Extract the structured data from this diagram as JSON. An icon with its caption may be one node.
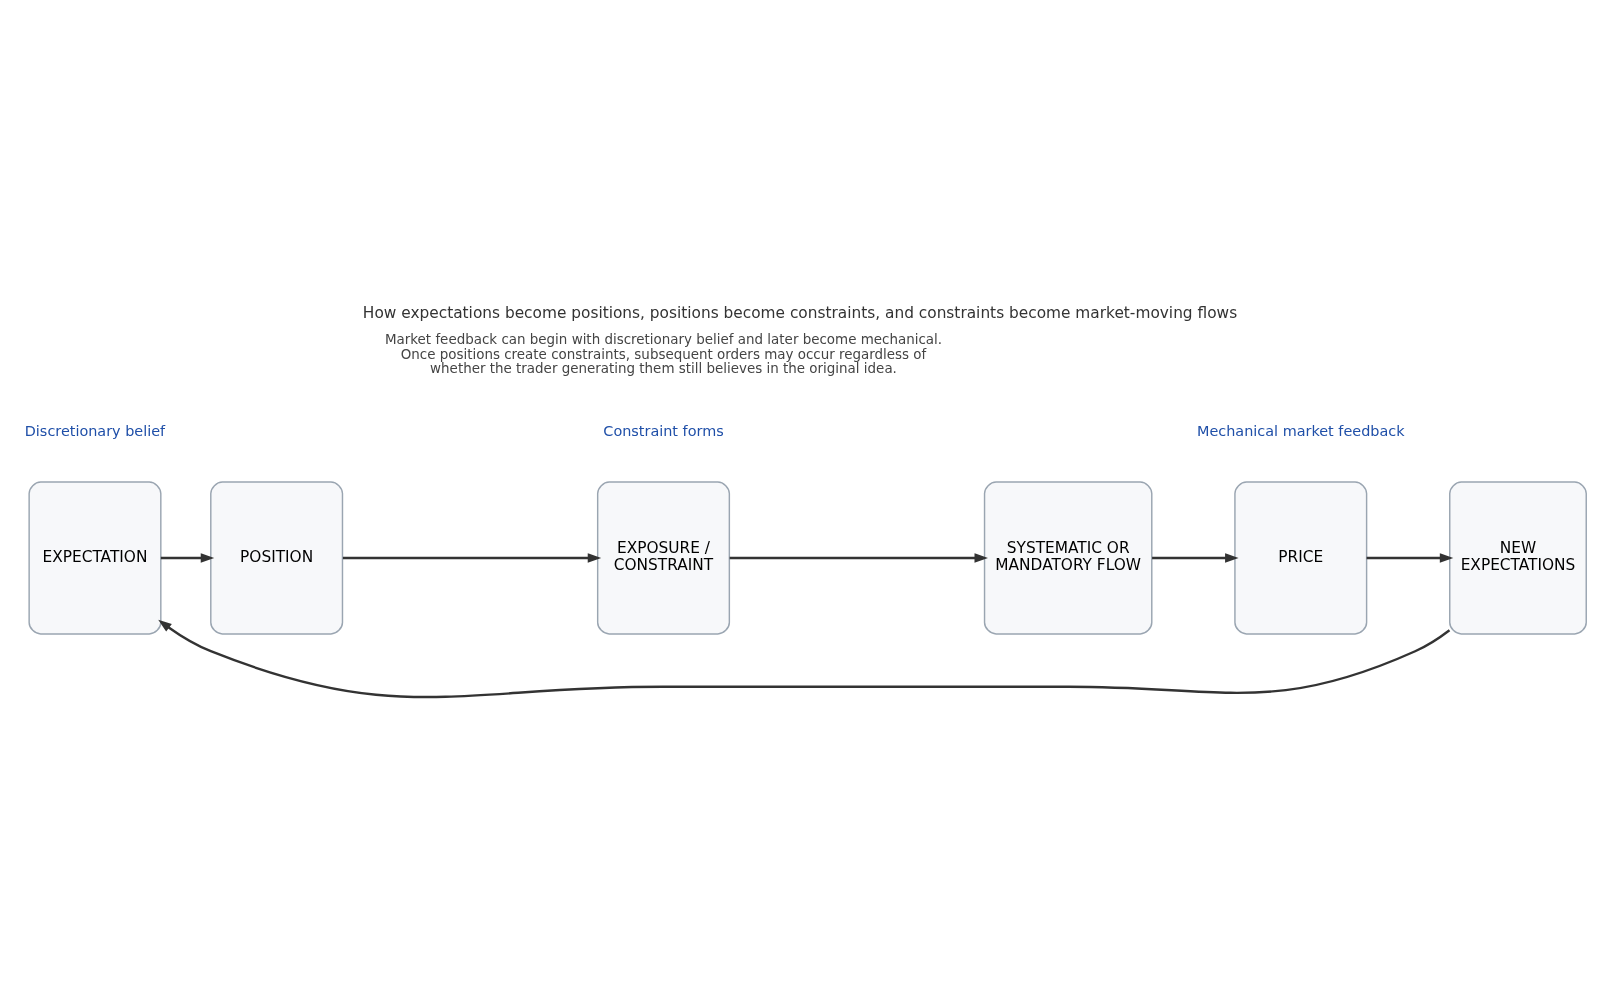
{
  "diagram": {
    "title": "How expectations become positions, positions become constraints, and constraints become market-moving flows",
    "caption": "Market feedback can begin with discretionary belief and later become mechanical. Once positions create constraints, subsequent orders may occur regardless of whether the trader generating them still believes in the original idea.",
    "nodes": [
      {
        "text": [
          "EXPECTATION"
        ]
      },
      {
        "text": [
          "POSITION"
        ]
      },
      {
        "text": [
          "EXPOSURE / CONSTRAINT"
        ]
      },
      {
        "text": [
          "SYSTEMATIC OR MANDATORY FLOW"
        ]
      },
      {
        "text": [
          "PRICE"
        ]
      },
      {
        "text": [
          "NEW EXPECTATIONS"
        ]
      }
    ],
    "edges": [
      {
        "from": 0,
        "to": 1,
        "arrow": "to"
      },
      {
        "from": 1,
        "to": 2,
        "arrow": "to"
      },
      {
        "from": 2,
        "to": 3,
        "arrow": "to"
      },
      {
        "from": 3,
        "to": 4,
        "arrow": "to"
      },
      {
        "from": 4,
        "to": 5,
        "arrow": "to"
      },
      {
        "from": 5,
        "to": 0,
        "arrow": "to"
      }
    ],
    "labels": [
      "Discretionary belief",
      "Constraint forms",
      "Mechanical market feedback"
    ]
  }
}
